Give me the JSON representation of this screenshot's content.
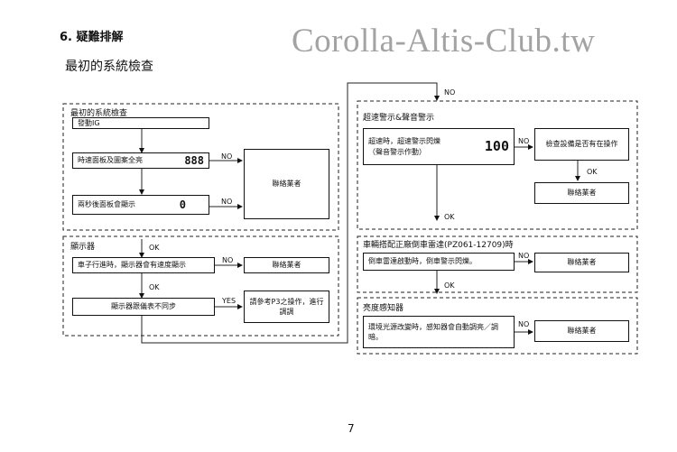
{
  "header": {
    "section_title": "6. 疑難排解",
    "subtitle": "最初的系統檢查",
    "watermark": "Corolla-Altis-Club.tw"
  },
  "left": {
    "section1_title": "最初的系統檢查",
    "ignition": "發動IG",
    "step1_text": "時速面板及圖案全亮",
    "step1_lcd": "888",
    "step2_text": "兩秒後面板會顯示",
    "step2_lcd": "0",
    "contact_dealer": "聯絡業者",
    "section2_title": "顯示器",
    "step3_text": "車子行進時，顯示器會有速度顯示",
    "step3_contact": "聯絡業者",
    "step4_text": "顯示器跟儀表不同步",
    "step4_result": "請參考P3之操作，進行調調"
  },
  "right": {
    "section3_title": "超速警示&聲音警示",
    "step5_text": "超速時，超速警示閃爍（聲音警示作動）",
    "step5_lcd": "100",
    "step5_check": "檢查設備是否有在操作",
    "step5_contact": "聯絡業者",
    "section4_title": "車輛搭配正廠倒車雷達(PZ061-12709)時",
    "step6_text": "倒車雷達啟動時，倒車警示閃爍。",
    "step6_contact": "聯絡業者",
    "section5_title": "亮度感知器",
    "step7_text": "環境光源改變時，感知器會自動調亮／調暗。",
    "step7_contact": "聯絡業者"
  },
  "flow_labels": {
    "no": "NO",
    "ok": "OK",
    "yes": "YES"
  },
  "page_number": "7"
}
